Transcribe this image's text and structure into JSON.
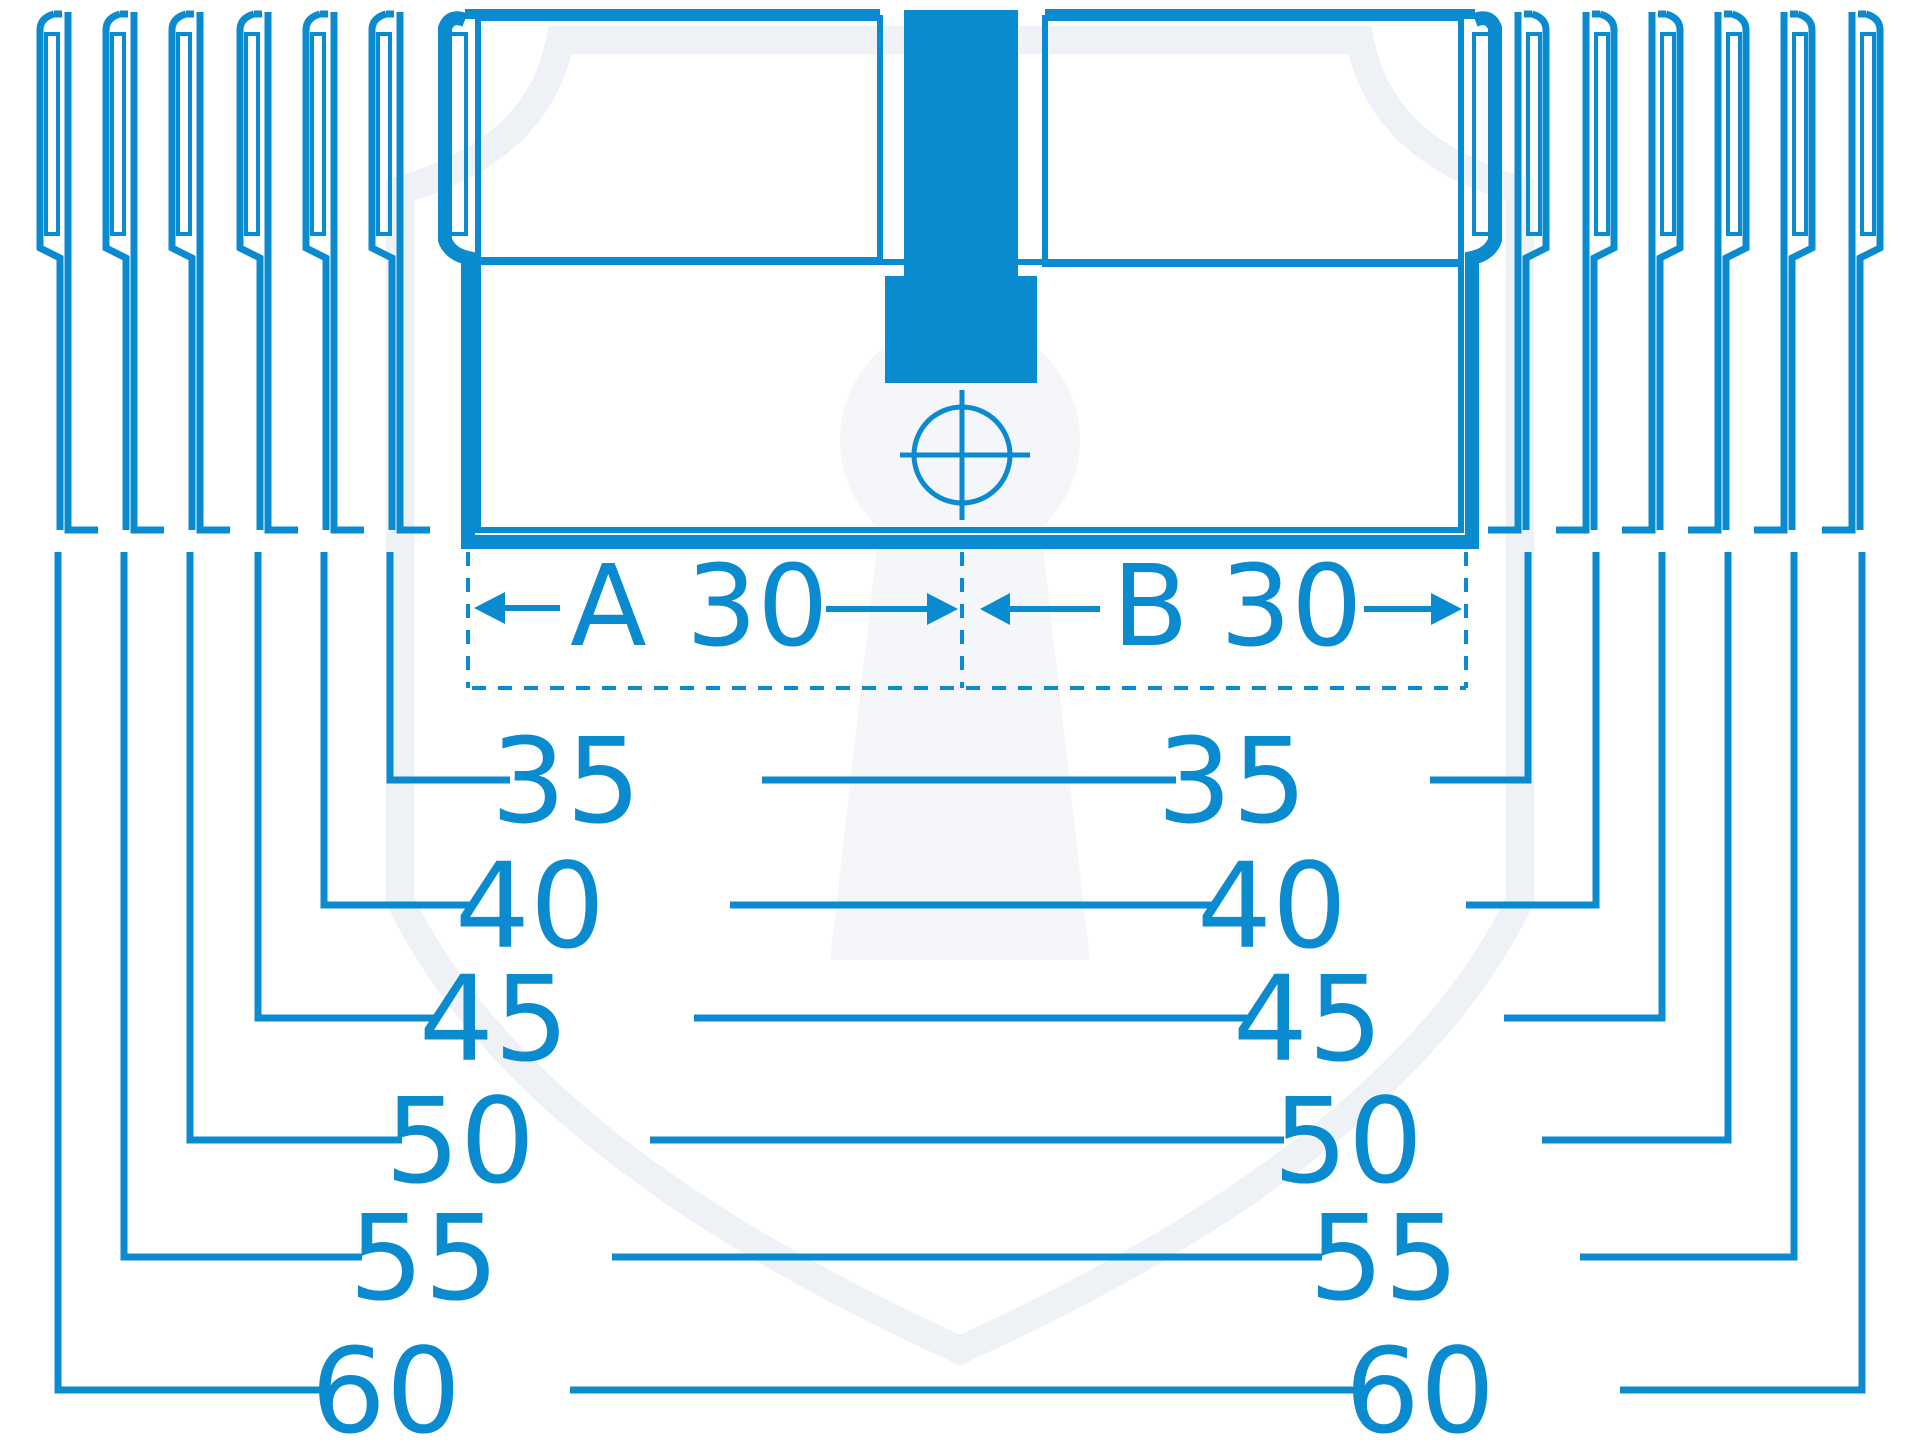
{
  "colors": {
    "primary": "#0a8bd0",
    "dark": "#0a7cc0",
    "watermark": "#eef2f6"
  },
  "sides": {
    "a": {
      "letter": "A",
      "value": "30"
    },
    "b": {
      "letter": "B",
      "value": "30"
    }
  },
  "lengths": [
    {
      "left": "35",
      "right": "35"
    },
    {
      "left": "40",
      "right": "40"
    },
    {
      "left": "45",
      "right": "45"
    },
    {
      "left": "50",
      "right": "50"
    },
    {
      "left": "55",
      "right": "55"
    },
    {
      "left": "60",
      "right": "60"
    }
  ]
}
